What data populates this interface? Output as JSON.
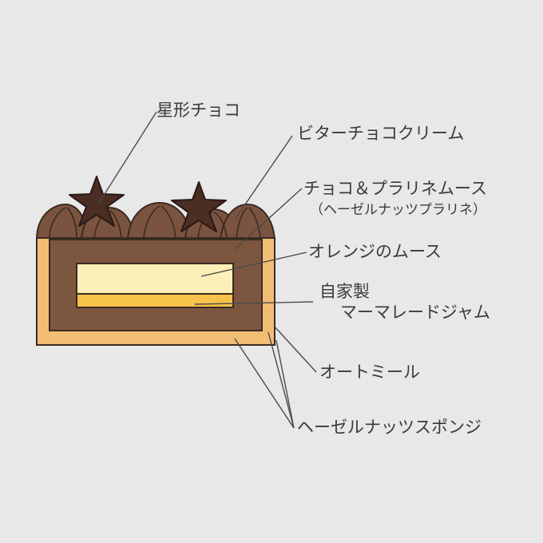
{
  "labels": {
    "star_choco": "星形チョコ",
    "bitter_cream": "ビターチョコクリーム",
    "praline_mousse": "チョコ＆プラリネムース",
    "praline_sub": "（ヘーゼルナッツプラリネ）",
    "orange_mousse": "オレンジのムース",
    "homemade_line1": "自家製",
    "homemade_line2": "マーマレードジャム",
    "oatmeal": "オートミール",
    "hazelnut_sponge": "ヘーゼルナッツスポンジ"
  },
  "colors": {
    "background": "#e8e8e9",
    "outline": "#3b2a22",
    "sponge": "#f1bd73",
    "mousse": "#7d5640",
    "cream": "#7a5440",
    "star": "#4a2e24",
    "orange_mousse": "#fcefb8",
    "marmalade": "#f6c24a",
    "leader_line": "#4a4a4a"
  }
}
